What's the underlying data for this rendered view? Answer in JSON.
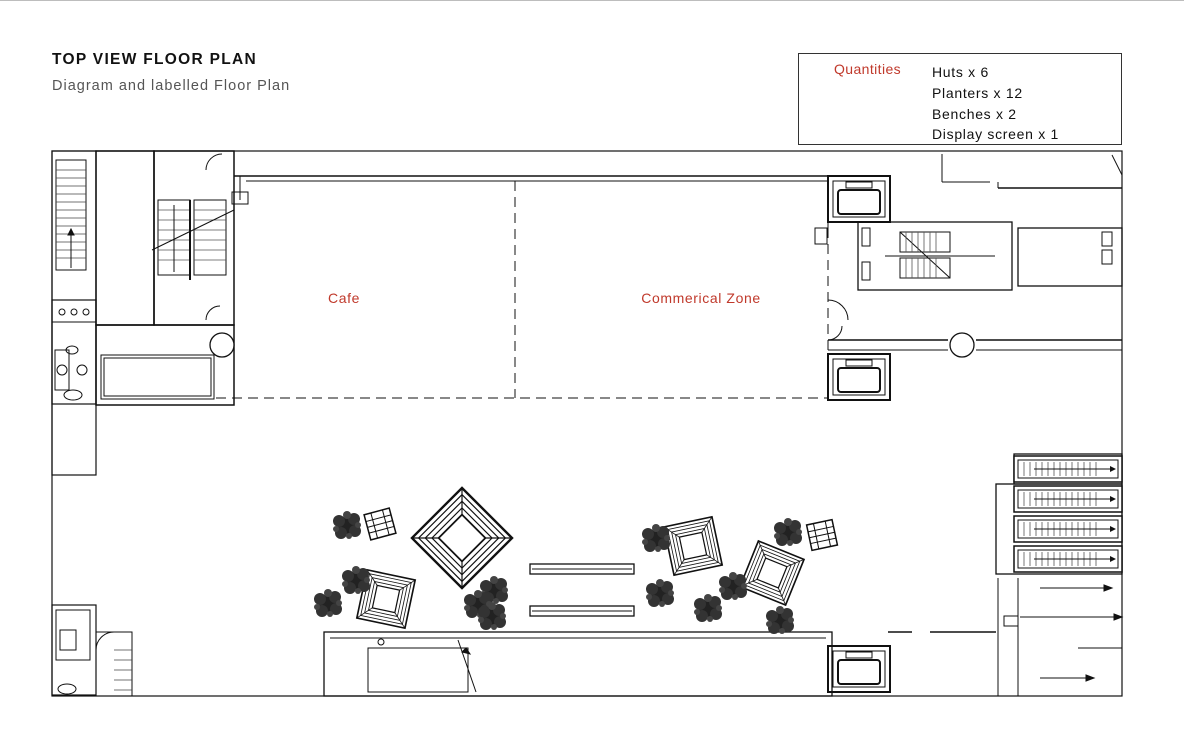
{
  "title": "TOP VIEW FLOOR PLAN",
  "subtitle": "Diagram and labelled Floor Plan",
  "quantities": {
    "label": "Quantities",
    "items": [
      "Huts x 6",
      "Planters x 12",
      "Benches x 2",
      "Display screen x 1"
    ]
  },
  "zones": {
    "cafe": "Cafe",
    "commercial": "Commerical Zone"
  },
  "colors": {
    "accent": "#c0392b",
    "line": "#111111"
  }
}
